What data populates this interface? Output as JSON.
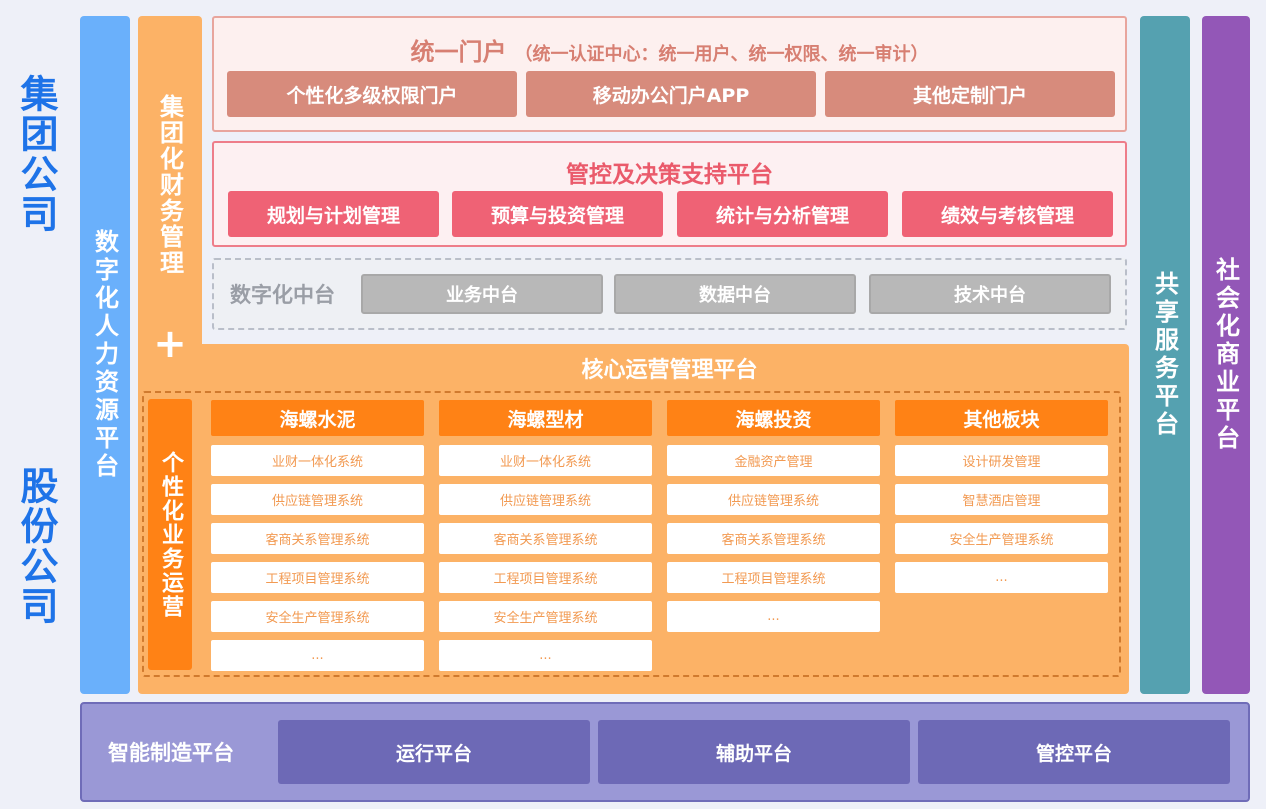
{
  "left_labels": {
    "group": "集团公司",
    "shares": "股份公司"
  },
  "hr_platform": "数字化人力资源平台",
  "finance_label": "集团化财务管理",
  "plus": "+",
  "portal": {
    "title": "统一门户",
    "subtitle": "（统一认证中心：统一用户、统一权限、统一审计）",
    "items": [
      "个性化多级权限门户",
      "移动办公门户APP",
      "其他定制门户"
    ]
  },
  "control": {
    "title": "管控及决策支持平台",
    "items": [
      "规划与计划管理",
      "预算与投资管理",
      "统计与分析管理",
      "绩效与考核管理"
    ]
  },
  "digital": {
    "title": "数字化中台",
    "items": [
      "业务中台",
      "数据中台",
      "技术中台"
    ]
  },
  "core": {
    "title": "核心运营管理平台",
    "biz_label": "个性化业务运营",
    "segments": [
      {
        "name": "海螺水泥",
        "items": [
          "业财一体化系统",
          "供应链管理系统",
          "客商关系管理系统",
          "工程项目管理系统",
          "安全生产管理系统",
          "..."
        ]
      },
      {
        "name": "海螺型材",
        "items": [
          "业财一体化系统",
          "供应链管理系统",
          "客商关系管理系统",
          "工程项目管理系统",
          "安全生产管理系统",
          "..."
        ]
      },
      {
        "name": "海螺投资",
        "items": [
          "金融资产管理",
          "供应链管理系统",
          "客商关系管理系统",
          "工程项目管理系统",
          "..."
        ]
      },
      {
        "name": "其他板块",
        "items": [
          "设计研发管理",
          "智慧酒店管理",
          "安全生产管理系统",
          "..."
        ]
      }
    ]
  },
  "shared_platform": "共享服务平台",
  "social_platform": "社会化商业平台",
  "manufacturing": {
    "title": "智能制造平台",
    "items": [
      "运行平台",
      "辅助平台",
      "管控平台"
    ]
  },
  "colors": {
    "company_blue": "#1e73e8",
    "hr_blue": "#6ab0fb",
    "orange": "#fcb266",
    "orange_dark": "#ff8215",
    "portal_red": "#d78b7c",
    "control_pink": "#ef6275",
    "shared_teal": "#55a1b0",
    "social_purple": "#9357b7",
    "mfg_purple": "#6d69b6"
  }
}
